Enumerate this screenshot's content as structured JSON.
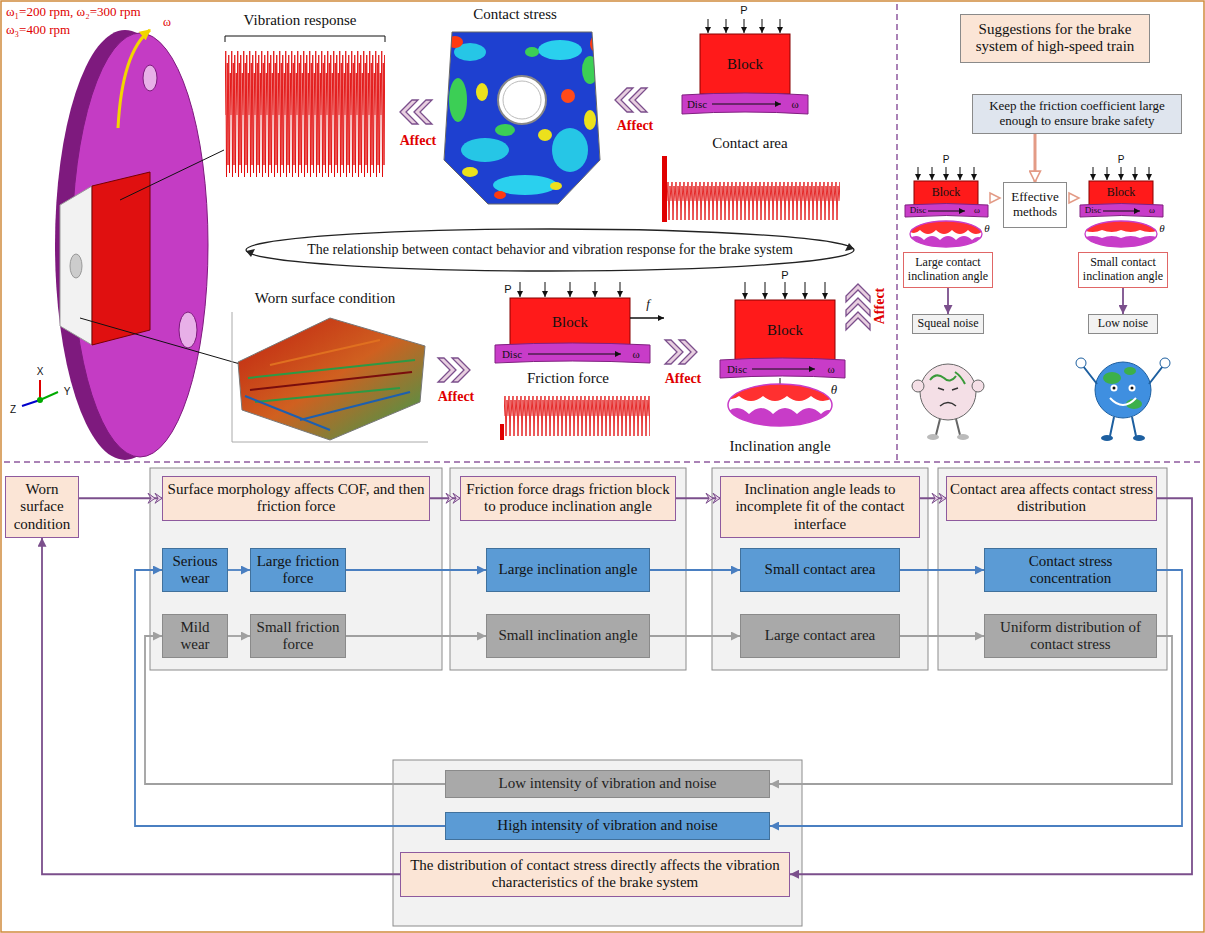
{
  "diagram": {
    "nodes": [
      {
        "text": [
          "The relationship between contact behavior and vibration response for the brake system"
        ]
      },
      {
        "text": [
          "Suggestions for the brake system of high-speed train"
        ]
      },
      {
        "text": [
          "Keep the friction coefficient large enough to ensure brake safety"
        ]
      },
      {
        "text": [
          "Effective methods"
        ]
      },
      {
        "text": [
          "Large contact inclination angle"
        ]
      },
      {
        "text": [
          "Small contact inclination angle"
        ]
      },
      {
        "text": [
          "Squeal noise"
        ]
      },
      {
        "text": [
          "Low noise"
        ]
      },
      {
        "text": [
          "Worn surface condition"
        ]
      },
      {
        "text": [
          "Surface morphology affects COF, and then friction force"
        ]
      },
      {
        "text": [
          "Friction force drags friction block to produce inclination angle"
        ]
      },
      {
        "text": [
          "Inclination angle leads to incomplete fit of the contact interface"
        ]
      },
      {
        "text": [
          "Contact area affects contact stress distribution"
        ]
      },
      {
        "text": [
          "Serious wear"
        ]
      },
      {
        "text": [
          "Large friction force"
        ]
      },
      {
        "text": [
          "Large inclination angle"
        ]
      },
      {
        "text": [
          "Small contact area"
        ]
      },
      {
        "text": [
          "Contact stress concentration"
        ]
      },
      {
        "text": [
          "Mild wear"
        ]
      },
      {
        "text": [
          "Small friction force"
        ]
      },
      {
        "text": [
          "Small inclination angle"
        ]
      },
      {
        "text": [
          "Large contact area"
        ]
      },
      {
        "text": [
          "Uniform distribution of contact stress"
        ]
      },
      {
        "text": [
          "Low intensity of vibration and noise"
        ]
      },
      {
        "text": [
          "High intensity of vibration and noise"
        ]
      },
      {
        "text": [
          "The distribution of contact stress directly affects the vibration characteristics of the brake system"
        ]
      }
    ],
    "edges": [
      {
        "from": 2,
        "to": 3,
        "arrow": "to"
      },
      {
        "from": 4,
        "to": 6,
        "arrow": "to"
      },
      {
        "from": 5,
        "to": 7,
        "arrow": "to"
      },
      {
        "from": 8,
        "to": 9,
        "arrow": "to"
      },
      {
        "from": 9,
        "to": 10,
        "arrow": "to"
      },
      {
        "from": 10,
        "to": 11,
        "arrow": "to"
      },
      {
        "from": 11,
        "to": 12,
        "arrow": "to"
      },
      {
        "from": 12,
        "to": 25,
        "arrow": "to"
      },
      {
        "from": 25,
        "to": 8,
        "arrow": "to"
      },
      {
        "from": 13,
        "to": 14,
        "arrow": "to"
      },
      {
        "from": 14,
        "to": 15,
        "arrow": "to"
      },
      {
        "from": 15,
        "to": 16,
        "arrow": "to"
      },
      {
        "from": 16,
        "to": 17,
        "arrow": "to"
      },
      {
        "from": 17,
        "to": 24,
        "arrow": "to"
      },
      {
        "from": 24,
        "to": 13,
        "arrow": "to"
      },
      {
        "from": 18,
        "to": 19,
        "arrow": "to"
      },
      {
        "from": 19,
        "to": 20,
        "arrow": "to"
      },
      {
        "from": 20,
        "to": 21,
        "arrow": "to"
      },
      {
        "from": 21,
        "to": 22,
        "arrow": "to"
      },
      {
        "from": 22,
        "to": 23,
        "arrow": "to"
      },
      {
        "from": 23,
        "to": 18,
        "arrow": "to"
      }
    ],
    "labels": [
      "ω₁=200 rpm, ω₂=300 rpm",
      "ω₃=400 rpm",
      "ω",
      "Vibration response",
      "Contact stress",
      "P",
      "Block",
      "Disc",
      "ω",
      "Affect",
      "Affect",
      "Contact area",
      "Affect",
      "Worn surface condition",
      "P",
      "Block",
      "f",
      "Disc",
      "ω",
      "Friction force",
      "Affect",
      "Affect",
      "P",
      "Block",
      "Disc",
      "ω",
      "θ",
      "Inclination angle",
      "X",
      "Y",
      "Z",
      "P",
      "Block",
      "Disc",
      "ω",
      "θ",
      "P",
      "Block",
      "Disc",
      "ω",
      "θ"
    ]
  }
}
